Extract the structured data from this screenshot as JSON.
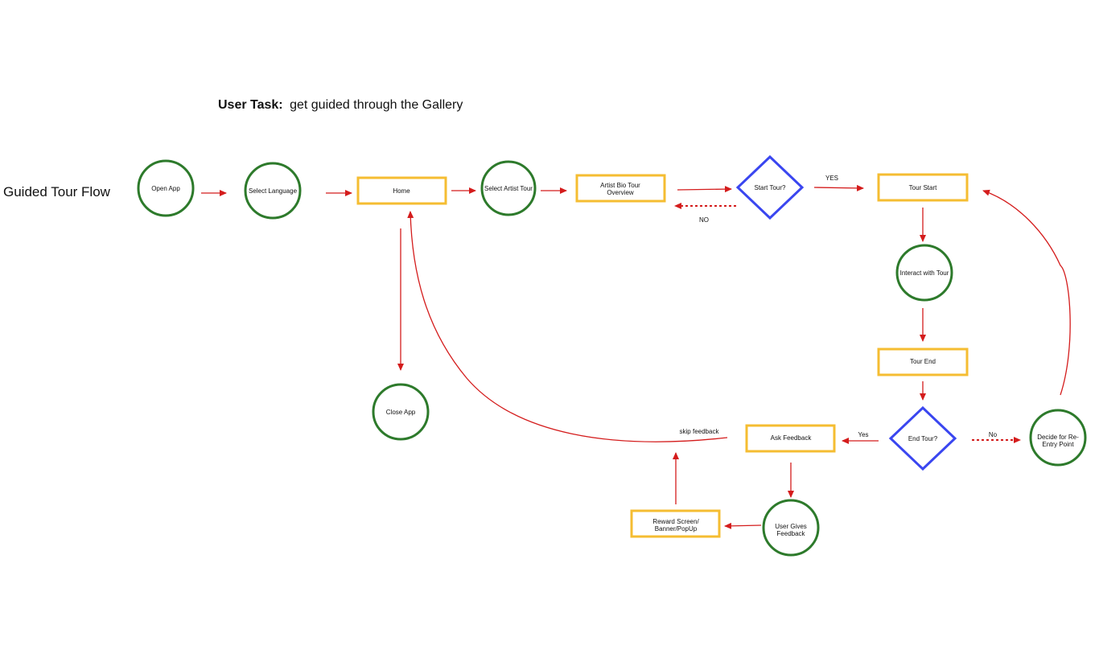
{
  "header": {
    "task_label": "User Task:",
    "task_text": "get guided through the Gallery",
    "flow_title": "Guided Tour Flow"
  },
  "nodes": {
    "open_app": "Open App",
    "select_language": "Select Language",
    "home": "Home",
    "select_artist_tour": "Select Artist Tour",
    "artist_bio_line1": "Artist Bio Tour",
    "artist_bio_line2": "Overview",
    "start_tour": "Start Tour?",
    "tour_start": "Tour Start",
    "interact_with_tour": "Interact with Tour",
    "tour_end": "Tour End",
    "end_tour": "End Tour?",
    "decide_line1": "Decide for Re-",
    "decide_line2": "Entry Point",
    "ask_feedback": "Ask Feedback",
    "user_gives_line1": "User Gives",
    "user_gives_line2": "Feedback",
    "reward_line1": "Reward Screen/",
    "reward_line2": "Banner/PopUp",
    "close_app": "Close App"
  },
  "edge_labels": {
    "yes_upper": "YES",
    "no_upper": "NO",
    "yes": "Yes",
    "no": "No",
    "skip_feedback": "skip feedback"
  },
  "colors": {
    "circle_stroke": "#2d7a2b",
    "rect_stroke": "#f5bd32",
    "diamond_stroke": "#3a46f0",
    "arrow": "#d41c1c"
  }
}
